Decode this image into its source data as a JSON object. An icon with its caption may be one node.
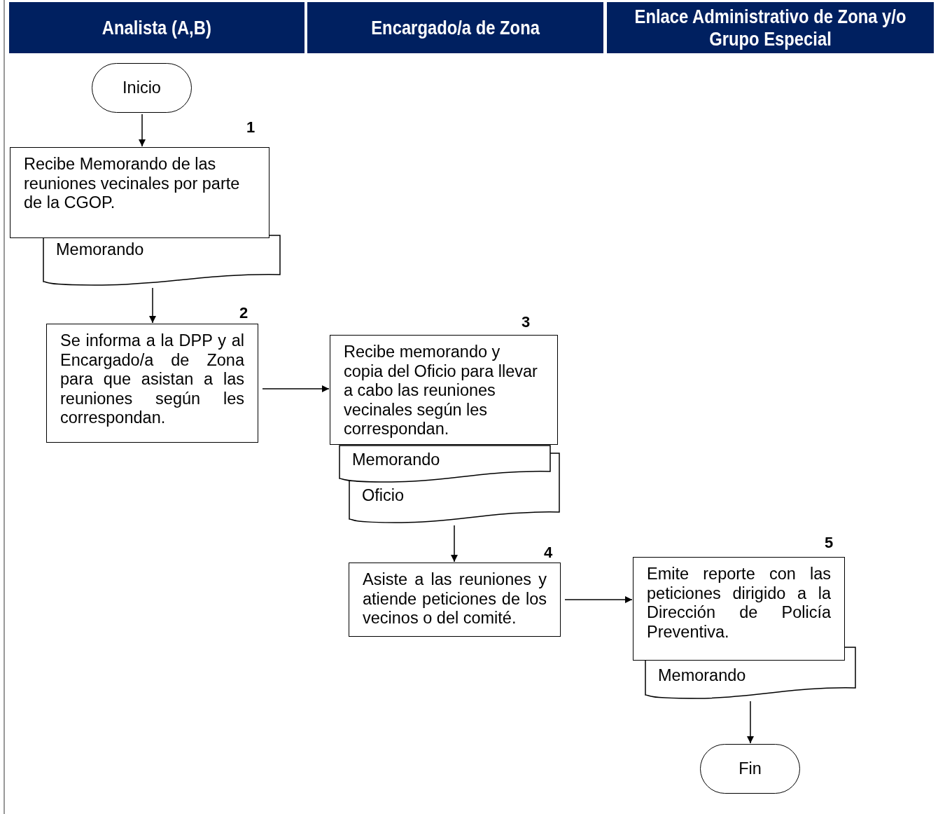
{
  "diagram": {
    "nodes": [
      {
        "text": [
          "Analista (A,B)"
        ]
      },
      {
        "text": [
          "Encargado/a de Zona"
        ]
      },
      {
        "text": [
          "Enlace Administrativo de Zona y/o Grupo Especial"
        ]
      },
      {
        "text": [
          "Inicio"
        ]
      },
      {
        "text": [
          "Recibe Memorando de las reuniones vecinales por parte de la CGOP."
        ],
        "beside": [
          "1"
        ]
      },
      {
        "text": [
          "Memorando"
        ]
      },
      {
        "text": [
          "Se informa a la DPP y al Encargado/a de Zona para que asistan a las reuniones según les correspondan."
        ],
        "beside": [
          "2"
        ]
      },
      {
        "text": [
          "Recibe memorando y copia del Oficio para llevar a cabo las reuniones vecinales según les correspondan."
        ],
        "beside": [
          "3"
        ]
      },
      {
        "text": [
          "Memorando"
        ]
      },
      {
        "text": [
          "Oficio"
        ]
      },
      {
        "text": [
          "Asiste a las reuniones y atiende peticiones de los vecinos o del comité."
        ],
        "beside": [
          "4"
        ]
      },
      {
        "text": [
          "Emite reporte con las peticiones dirigido a la Dirección de Policía Preventiva."
        ],
        "beside": [
          "5"
        ]
      },
      {
        "text": [
          "Memorando"
        ]
      },
      {
        "text": [
          "Fin"
        ]
      }
    ],
    "edges": [
      {
        "from": 3,
        "to": 4,
        "arrow": "to"
      },
      {
        "from": 5,
        "to": 6,
        "arrow": "to"
      },
      {
        "from": 6,
        "to": 7,
        "arrow": "to"
      },
      {
        "from": 9,
        "to": 10,
        "arrow": "to"
      },
      {
        "from": 10,
        "to": 11,
        "arrow": "to"
      },
      {
        "from": 12,
        "to": 13,
        "arrow": "to"
      }
    ]
  }
}
